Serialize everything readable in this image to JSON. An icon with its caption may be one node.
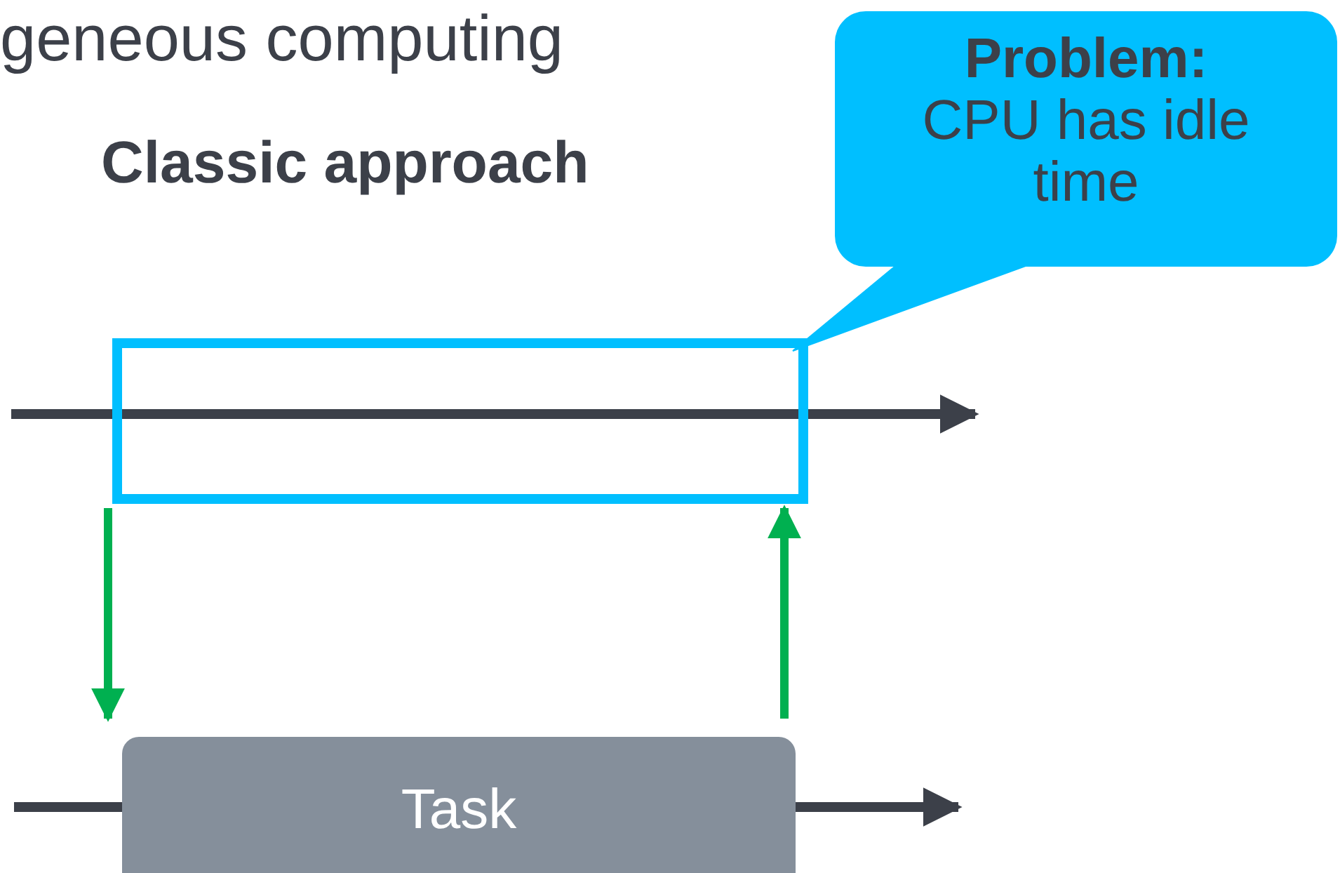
{
  "diagram": {
    "nodes": [
      {
        "text": [
          "Problem:",
          "CPU has idle time"
        ]
      },
      {
        "text": [],
        "shape": "box"
      },
      {
        "text": [
          "Task"
        ]
      }
    ],
    "edges": [
      {
        "from": 0,
        "to": 1,
        "arrow": "none",
        "color": "#00bfff"
      },
      {
        "from": 1,
        "to": 2,
        "arrow": "to",
        "color": "#00b050"
      },
      {
        "from": 2,
        "to": 1,
        "arrow": "to",
        "color": "#00b050"
      }
    ],
    "labels": [
      "geneous computing",
      "Classic approach"
    ]
  }
}
